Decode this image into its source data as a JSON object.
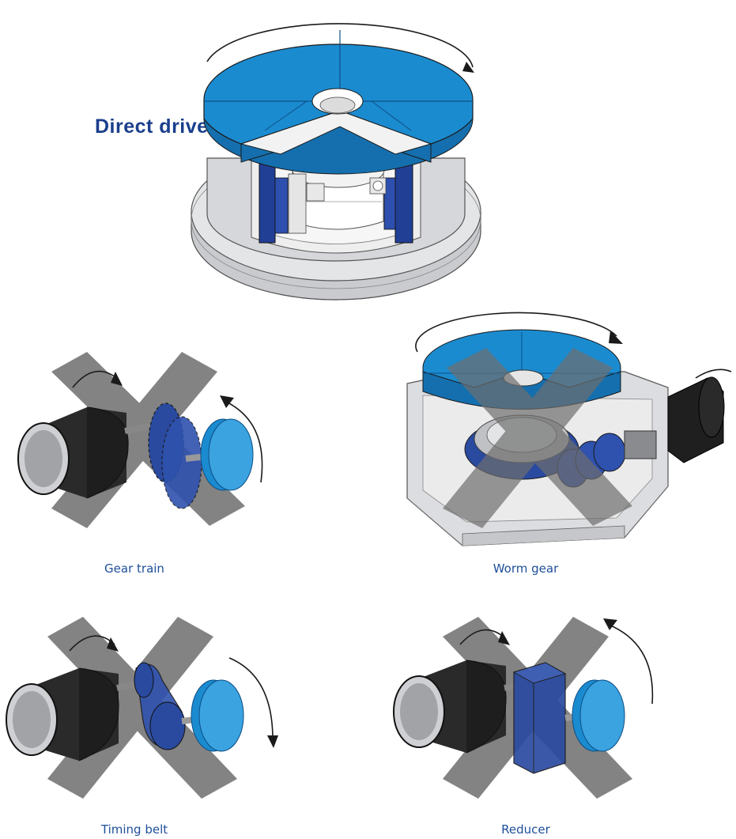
{
  "title": "Direct drive",
  "captions": {
    "gear_train": "Gear train",
    "worm_gear": "Worm gear",
    "timing_belt": "Timing belt",
    "reducer": "Reducer"
  },
  "colors": {
    "title": "#1a3f8c",
    "caption": "#1e4f9a",
    "table_blue": "#1b8bd0",
    "table_blue_dark": "#156fae",
    "motor_blue": "#24449c",
    "housing_gray": "#d9dadd",
    "housing_dark": "#b5b7bb",
    "cross_gray": "#6e6e6e",
    "motor_black": "#1f1f1f"
  },
  "icons": [
    "rotation-arrow-icon",
    "cross-mark-icon"
  ]
}
